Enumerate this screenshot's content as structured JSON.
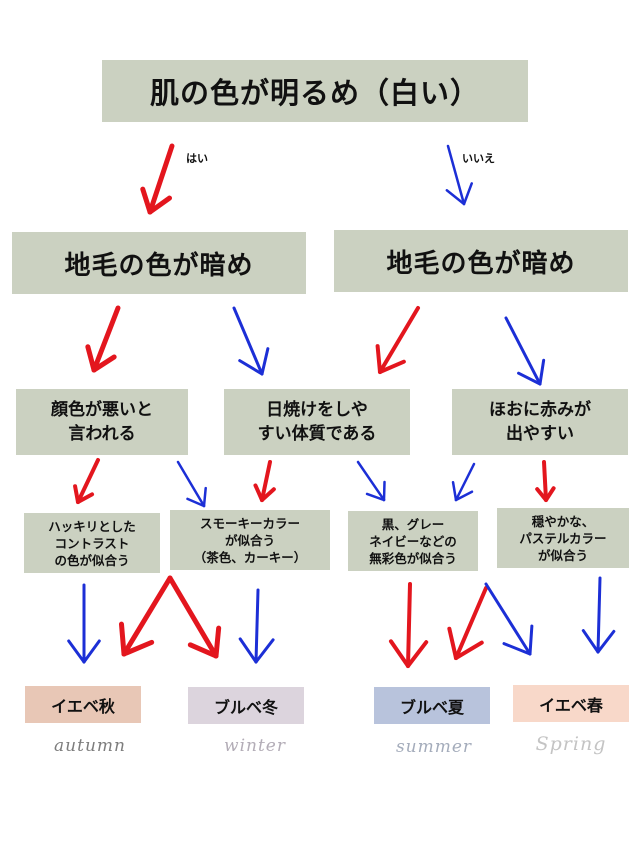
{
  "colors": {
    "box": "#cbd1c1",
    "red_arrow": "#e3161e",
    "blue_arrow": "#1c2fd6",
    "autumn": "#e8c7b6",
    "winter": "#dcd4dd",
    "summer": "#b8c3dc",
    "spring": "#f8d8c9"
  },
  "root": "肌の色が明るめ（白い）",
  "answers": {
    "yes": "はい",
    "no": "いいえ"
  },
  "level1": {
    "left": "地毛の色が暗め",
    "right": "地毛の色が暗め"
  },
  "level2": {
    "a": "顔色が悪いと\n言われる",
    "b": "日焼けをしや\nすい体質である",
    "c": "ほおに赤みが\n出やすい"
  },
  "level3": {
    "a": "ハッキリとした\nコントラスト\nの色が似合う",
    "b": "スモーキーカラー\nが似合う\n（茶色、カーキー）",
    "c": "黒、グレー\nネイビーなどの\n無彩色が似合う",
    "d": "穏やかな、\nパステルカラー\nが似合う"
  },
  "results": {
    "autumn": "イエベ秋",
    "winter": "ブルベ冬",
    "summer": "ブルベ夏",
    "spring": "イエベ春"
  },
  "seasons": {
    "autumn": "autumn",
    "winter": "winter",
    "summer": "summer",
    "spring": "Spring"
  }
}
